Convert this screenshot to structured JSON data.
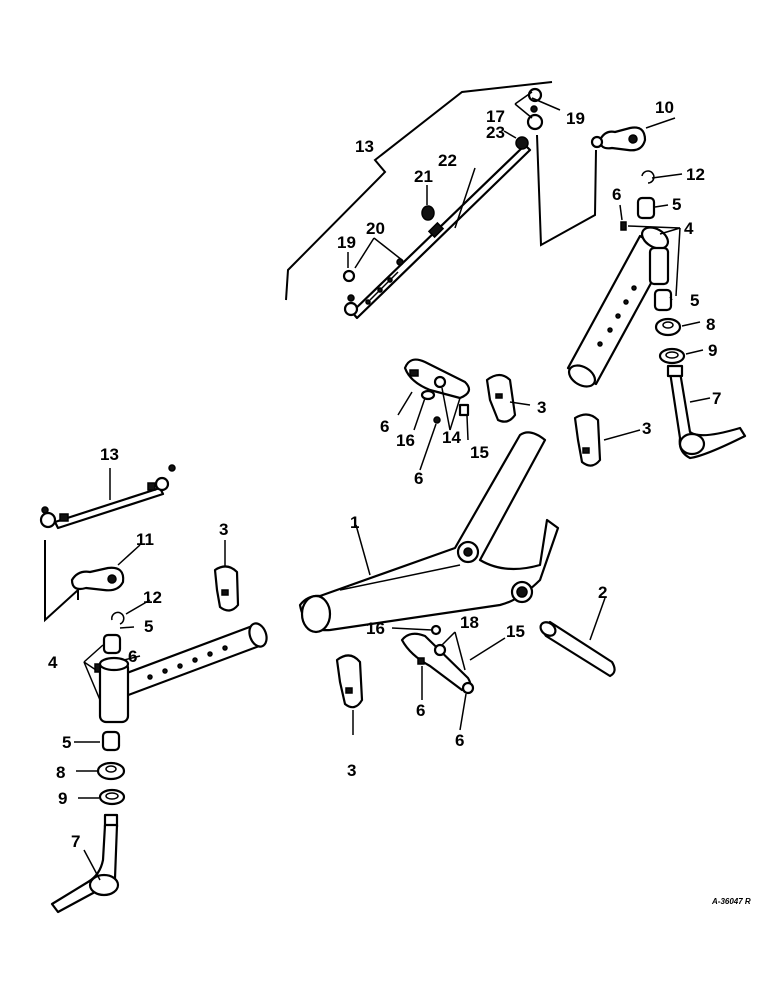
{
  "drawing_code": "A-36047 R",
  "colors": {
    "ink": "#000000",
    "paper": "#ffffff"
  },
  "callouts": [
    {
      "id": "c1",
      "text": "1"
    },
    {
      "id": "c2",
      "text": "2"
    },
    {
      "id": "c3a",
      "text": "3"
    },
    {
      "id": "c3b",
      "text": "3"
    },
    {
      "id": "c3c",
      "text": "3"
    },
    {
      "id": "c3d",
      "text": "3"
    },
    {
      "id": "c4a",
      "text": "4"
    },
    {
      "id": "c4b",
      "text": "4"
    },
    {
      "id": "c5a",
      "text": "5"
    },
    {
      "id": "c5b",
      "text": "5"
    },
    {
      "id": "c5c",
      "text": "5"
    },
    {
      "id": "c5d",
      "text": "5"
    },
    {
      "id": "c6a",
      "text": "6"
    },
    {
      "id": "c6b",
      "text": "6"
    },
    {
      "id": "c6c",
      "text": "6"
    },
    {
      "id": "c6d",
      "text": "6"
    },
    {
      "id": "c6e",
      "text": "6"
    },
    {
      "id": "c6f",
      "text": "6"
    },
    {
      "id": "c7a",
      "text": "7"
    },
    {
      "id": "c7b",
      "text": "7"
    },
    {
      "id": "c8a",
      "text": "8"
    },
    {
      "id": "c8b",
      "text": "8"
    },
    {
      "id": "c9a",
      "text": "9"
    },
    {
      "id": "c9b",
      "text": "9"
    },
    {
      "id": "c10",
      "text": "10"
    },
    {
      "id": "c11",
      "text": "11"
    },
    {
      "id": "c12a",
      "text": "12"
    },
    {
      "id": "c12b",
      "text": "12"
    },
    {
      "id": "c13a",
      "text": "13"
    },
    {
      "id": "c13b",
      "text": "13"
    },
    {
      "id": "c14",
      "text": "14"
    },
    {
      "id": "c15a",
      "text": "15"
    },
    {
      "id": "c15b",
      "text": "15"
    },
    {
      "id": "c16a",
      "text": "16"
    },
    {
      "id": "c16b",
      "text": "16"
    },
    {
      "id": "c17",
      "text": "17"
    },
    {
      "id": "c18",
      "text": "18"
    },
    {
      "id": "c19a",
      "text": "19"
    },
    {
      "id": "c19b",
      "text": "19"
    },
    {
      "id": "c20",
      "text": "20"
    },
    {
      "id": "c21",
      "text": "21"
    },
    {
      "id": "c22",
      "text": "22"
    },
    {
      "id": "c23",
      "text": "23"
    }
  ]
}
